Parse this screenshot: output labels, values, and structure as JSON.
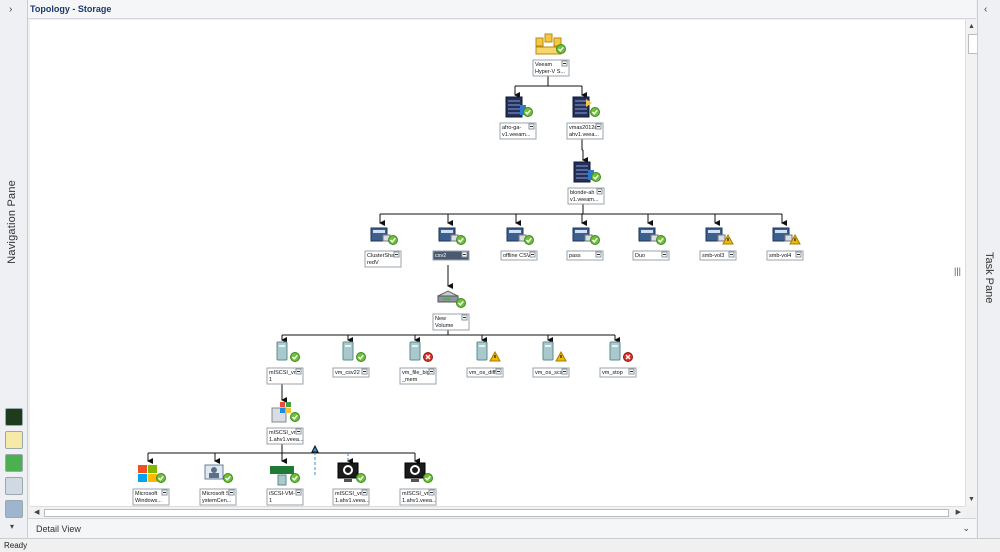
{
  "window": {
    "title": "Topology - Storage",
    "status": "Ready"
  },
  "panes": {
    "navigation": "Navigation Pane",
    "task": "Task Pane",
    "detail": "Detail View"
  },
  "nodes": [
    {
      "label1": "Veeam",
      "label2": "Hyper-V S...",
      "status": "ok",
      "icon": "folder-group-icon"
    },
    {
      "label1": "afro-ga-",
      "label2": "v1.veeam...",
      "status": "ok",
      "icon": "cluster-server-icon"
    },
    {
      "label1": "vmas2012r2",
      "label2": "ahv1.veea...",
      "status": "ok",
      "icon": "server-icon"
    },
    {
      "label1": "blonde-ah",
      "label2": "v1.veeam...",
      "status": "ok",
      "icon": "cluster-server-icon"
    },
    {
      "label1": "ClusterSha",
      "label2": "redV",
      "status": "ok",
      "icon": "storage-icon"
    },
    {
      "label1": "csv2",
      "label2": "",
      "status": "ok",
      "icon": "storage-icon",
      "selected": true
    },
    {
      "label1": "offline CSV",
      "label2": "",
      "status": "ok",
      "icon": "storage-icon"
    },
    {
      "label1": "pass",
      "label2": "",
      "status": "ok",
      "icon": "storage-icon"
    },
    {
      "label1": "Duo",
      "label2": "",
      "status": "ok",
      "icon": "storage-icon"
    },
    {
      "label1": "smb-vol3",
      "label2": "",
      "status": "warning",
      "icon": "storage-icon"
    },
    {
      "label1": "smb-vol4",
      "label2": "",
      "status": "warning",
      "icon": "storage-icon"
    },
    {
      "label1": "New",
      "label2": "Volume",
      "status": "ok",
      "icon": "disk-icon"
    },
    {
      "label1": "mISCSI_vm",
      "label2": "1",
      "status": "ok",
      "icon": "vm-disk-icon"
    },
    {
      "label1": "vm_csv22",
      "label2": "",
      "status": "ok",
      "icon": "vm-disk-icon"
    },
    {
      "label1": "vm_file_big",
      "label2": "_mem",
      "status": "error",
      "icon": "vm-disk-icon"
    },
    {
      "label1": "vm_os_diff",
      "label2": "",
      "status": "warning",
      "icon": "vm-disk-icon"
    },
    {
      "label1": "vm_os_scsi",
      "label2": "",
      "status": "warning",
      "icon": "vm-disk-icon"
    },
    {
      "label1": "vm_stop",
      "label2": "",
      "status": "error",
      "icon": "vm-disk-icon"
    },
    {
      "label1": "mISCSI_vm",
      "label2": "1.ahv1.veea...",
      "status": "ok",
      "icon": "windows-server-icon"
    },
    {
      "label1": "Microsoft",
      "label2": "Windows...",
      "status": "ok",
      "icon": "windows-logo-icon"
    },
    {
      "label1": "Microsoft S",
      "label2": "ystemCen...",
      "status": "ok",
      "icon": "system-center-icon"
    },
    {
      "label1": "iSCSI-VM-",
      "label2": "1",
      "status": "ok",
      "icon": "veeam-icon"
    },
    {
      "label1": "mISCSI_vm",
      "label2": "1.ahv1.veea...",
      "status": "ok",
      "icon": "monitor-gear-icon"
    },
    {
      "label1": "mISCSI_vm",
      "label2": "1.ahv1.veea...",
      "status": "ok",
      "icon": "monitor-gear-icon"
    }
  ],
  "colors": {
    "ok": "#6fbf3a",
    "warning": "#f2b705",
    "error": "#d93025",
    "selected_bg": "#4a5a70",
    "link": "#3a8fd6"
  }
}
